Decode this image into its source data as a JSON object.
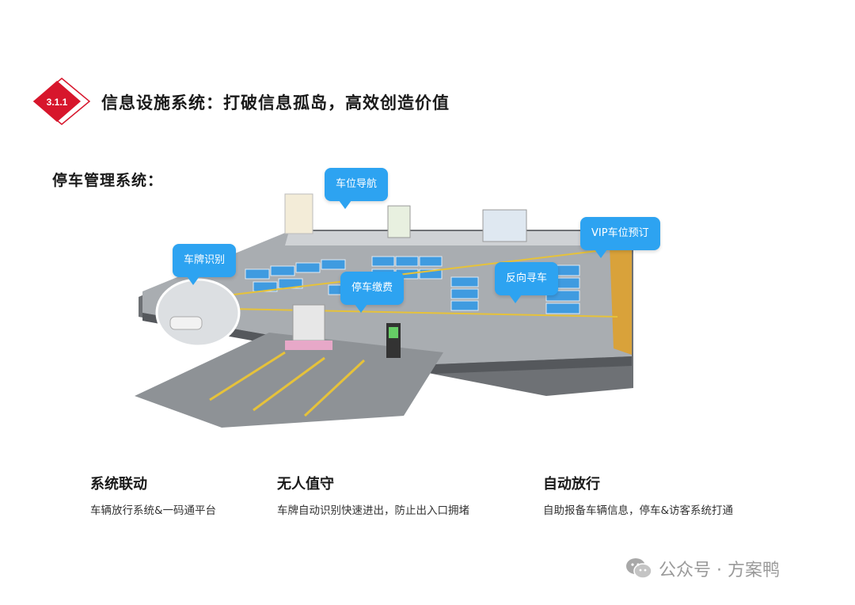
{
  "header": {
    "section_number": "3.1.1",
    "title": "信息设施系统：打破信息孤岛，高效创造价值"
  },
  "subheading": "停车管理系统：",
  "callouts": {
    "plate_recognition": "车牌识别",
    "space_navigation": "车位导航",
    "parking_payment": "停车缴费",
    "reverse_car_search": "反向寻车",
    "vip_reservation": "VIP车位预订"
  },
  "features": [
    {
      "title": "系统联动",
      "desc": "车辆放行系统&一码通平台"
    },
    {
      "title": "无人值守",
      "desc": "车牌自动识别快速进出，防止出入口拥堵"
    },
    {
      "title": "自动放行",
      "desc": "自助报备车辆信息，停车&访客系统打通"
    }
  ],
  "watermark": {
    "text": "公众号 · 方案鸭",
    "icon": "wechat-icon"
  },
  "colors": {
    "accent_red": "#d7162c",
    "callout_blue": "#2da3f1",
    "floor_gray": "#8e9296",
    "slot_blue": "#3f9be0"
  }
}
